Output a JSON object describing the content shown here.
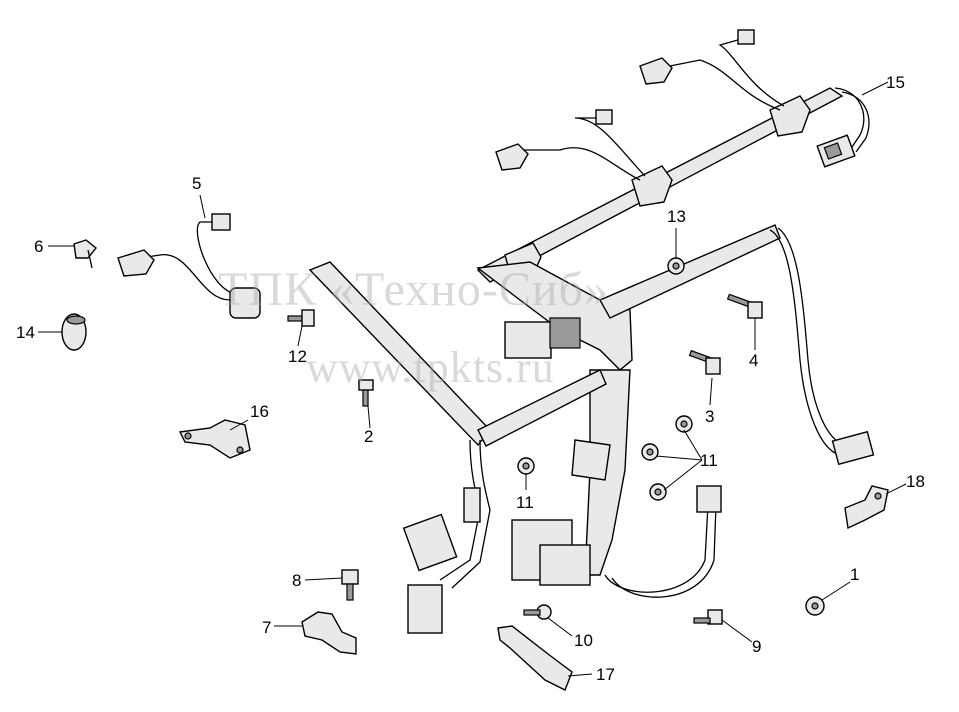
{
  "watermark": {
    "line1": "ТПК «Техно-Сиб»",
    "line2": "www.tpkts.ru"
  },
  "callouts": [
    {
      "id": "c1",
      "text": "1"
    },
    {
      "id": "c2",
      "text": "2"
    },
    {
      "id": "c3",
      "text": "3"
    },
    {
      "id": "c4",
      "text": "4"
    },
    {
      "id": "c5",
      "text": "5"
    },
    {
      "id": "c6",
      "text": "6"
    },
    {
      "id": "c7",
      "text": "7"
    },
    {
      "id": "c8",
      "text": "8"
    },
    {
      "id": "c9",
      "text": "9"
    },
    {
      "id": "c10",
      "text": "10"
    },
    {
      "id": "c11a",
      "text": "11"
    },
    {
      "id": "c11b",
      "text": "11"
    },
    {
      "id": "c12",
      "text": "12"
    },
    {
      "id": "c13",
      "text": "13"
    },
    {
      "id": "c14",
      "text": "14"
    },
    {
      "id": "c15",
      "text": "15"
    },
    {
      "id": "c16",
      "text": "16"
    },
    {
      "id": "c17",
      "text": "17"
    },
    {
      "id": "c18",
      "text": "18"
    }
  ]
}
